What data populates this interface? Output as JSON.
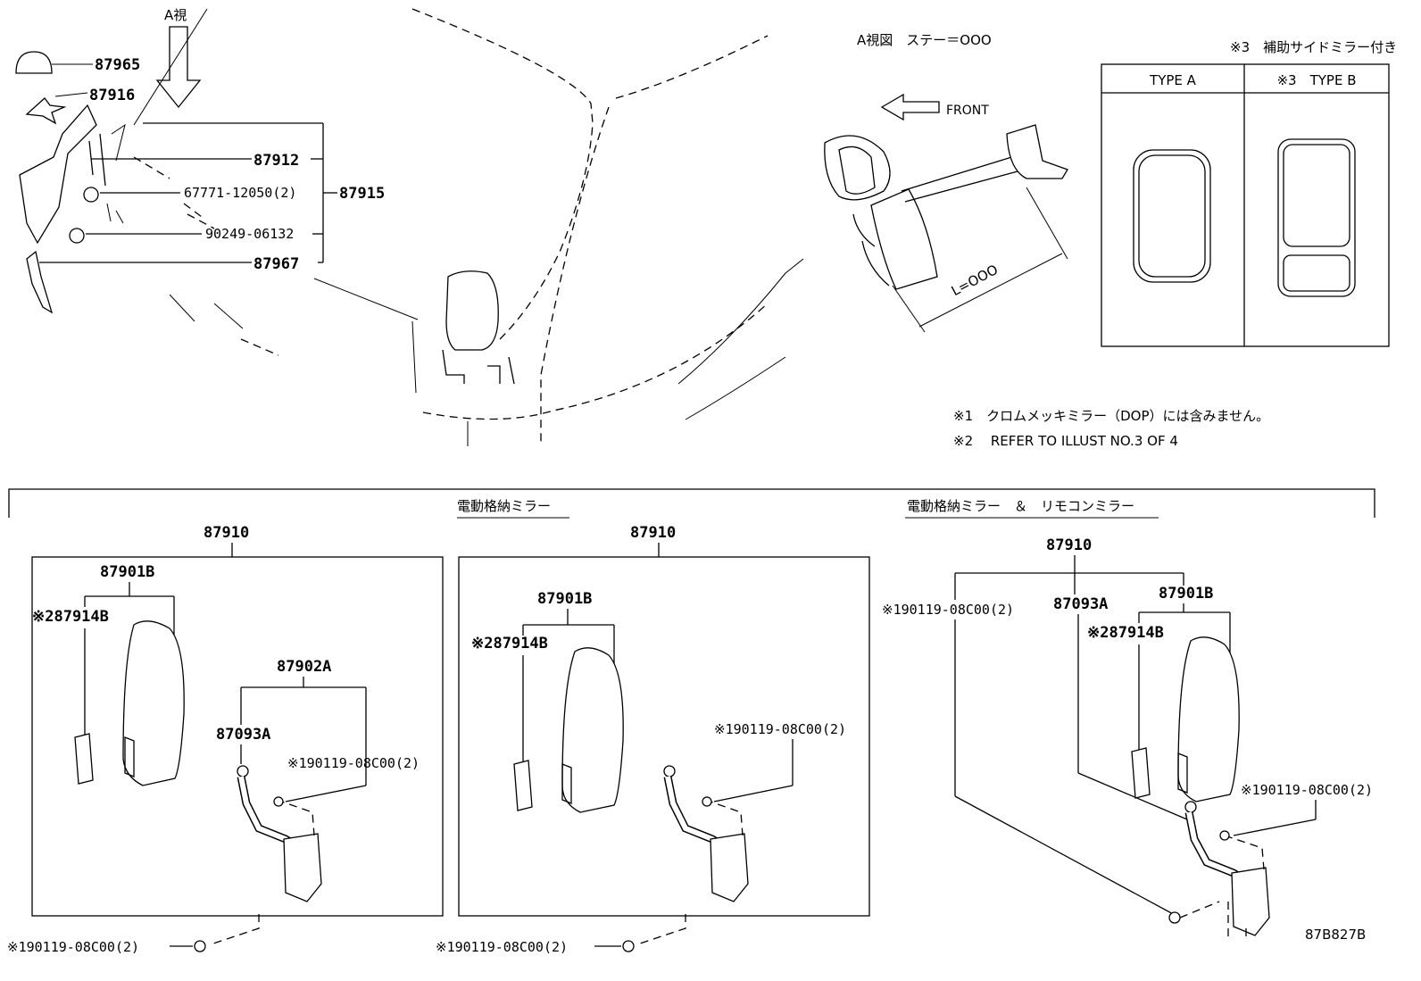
{
  "top_left": {
    "view_label": "A視",
    "parts": {
      "p87965": "87965",
      "p87916": "87916",
      "p87912": "87912",
      "p67771": "67771-12050(2)",
      "p87915": "87915",
      "p90249": "90249-06132",
      "p87967": "87967"
    }
  },
  "view_a": {
    "title": "A視図　ステー＝OOO",
    "front_label": "FRONT",
    "length_label": "L=OOO"
  },
  "type_box": {
    "header": "※3　補助サイドミラー付き",
    "type_a": "TYPE A",
    "type_b": "※3　TYPE B"
  },
  "notes": {
    "note1": "※1　クロムメッキミラー（DOP）には含みません。",
    "note2": "※2　 REFER TO ILLUST NO.3 OF 4"
  },
  "sections": {
    "electric_label": "電動格納ミラー",
    "electric_remote_label": "電動格納ミラー　＆　リモコンミラー"
  },
  "panel1": {
    "assy": "87910",
    "mirror": "87901B",
    "cover": "※287914B",
    "arm_assy": "87902A",
    "arm": "87093A",
    "screw_upper": "※190119-08C00(2)",
    "screw_lower": "※190119-08C00(2)"
  },
  "panel2": {
    "assy": "87910",
    "mirror": "87901B",
    "cover": "※287914B",
    "screw_upper": "※190119-08C00(2)",
    "screw_lower": "※190119-08C00(2)"
  },
  "panel3": {
    "assy": "87910",
    "screw_left": "※190119-08C00(2)",
    "arm": "87093A",
    "mirror": "87901B",
    "cover": "※287914B",
    "screw_right": "※190119-08C00(2)"
  },
  "diagram_id": "87B827B"
}
